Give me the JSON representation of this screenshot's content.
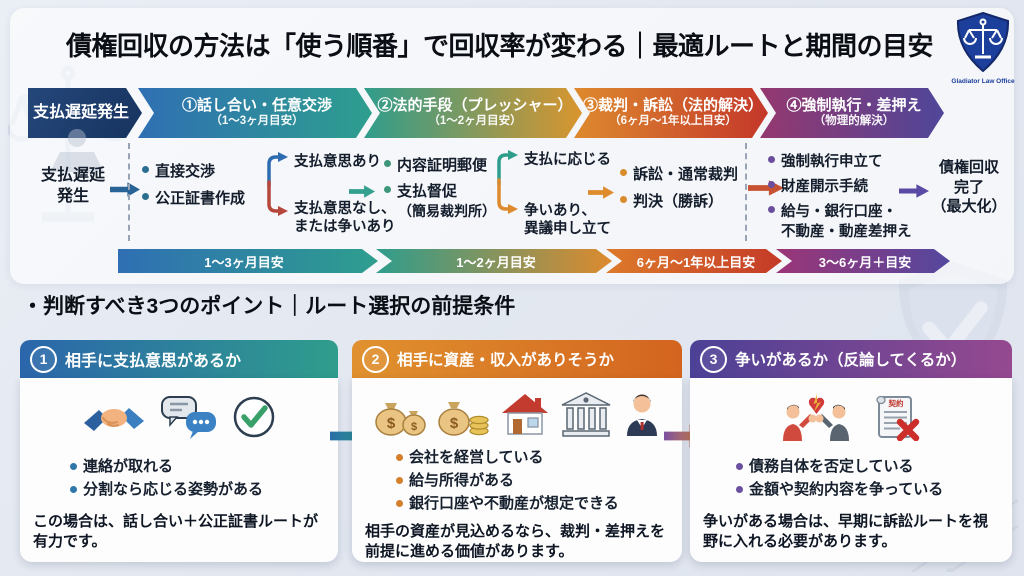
{
  "title": "債権回収の方法は「使う順番」で回収率が変わる｜最適ルートと期間の目安",
  "logo": {
    "label": "Gladiator Law Office"
  },
  "stage_bar": {
    "stages": [
      {
        "label": "支払遅延発生",
        "sub": ""
      },
      {
        "label": "①話し合い・任意交渉",
        "sub": "（1〜3ヶ月目安）"
      },
      {
        "label": "②法的手段（プレッシャー）",
        "sub": "（1〜2ヶ月目安）"
      },
      {
        "label": "③裁判・訴訟（法的解決）",
        "sub": "（6ヶ月〜1年以上目安）"
      },
      {
        "label": "④強制執行・差押え",
        "sub": "（物理的解決）"
      }
    ]
  },
  "flow": {
    "start": [
      "支払遅延",
      "発生"
    ],
    "steps": [
      {
        "items": [
          "直接交渉",
          "公正証書作成"
        ]
      },
      {
        "items": [
          "内容証明郵便",
          "支払督促",
          "（簡易裁判所）"
        ]
      },
      {
        "items": [
          "訴訟・通常裁判",
          "判決（勝訴）"
        ]
      },
      {
        "items": [
          "強制執行申立て",
          "財産開示手続",
          "給与・銀行口座・",
          "不動産・動産差押え"
        ]
      }
    ],
    "branches": [
      {
        "up": "支払意思あり",
        "down1": "支払意思なし、",
        "down2": "または争いあり"
      },
      {
        "up": "支払に応じる",
        "down1": "争いあり、",
        "down2": "異議申し立て"
      }
    ],
    "end": [
      "債権回収",
      "完了",
      "（最大化）"
    ]
  },
  "timeline": {
    "segments": [
      "1〜3ヶ月目安",
      "1〜2ヶ月目安",
      "6ヶ月〜1年以上目安",
      "3〜6ヶ月＋目安"
    ]
  },
  "section_title": "・判断すべき3つのポイント｜ルート選択の前提条件",
  "cards": [
    {
      "number": "1",
      "title": "相手に支払意思があるか",
      "icons": [
        "handshake-icon",
        "chat-bubbles-icon",
        "check-circle-icon"
      ],
      "bullets": [
        "連絡が取れる",
        "分割なら応じる姿勢がある"
      ],
      "note": "この場合は、話し合い＋公正証書ルートが有力です。"
    },
    {
      "number": "2",
      "title": "相手に資産・収入がありそうか",
      "icons": [
        "money-bags-icon",
        "money-bag-coins-icon",
        "house-icon",
        "bank-icon",
        "businessman-icon"
      ],
      "money_symbol": "$",
      "bullets": [
        "会社を経営している",
        "給与所得がある",
        "銀行口座や不動産が想定できる"
      ],
      "note": "相手の資産が見込めるなら、裁判・差押えを前提に進める価値があります。"
    },
    {
      "number": "3",
      "title": "争いがあるか（反論してくるか）",
      "icons": [
        "conflict-icon",
        "rejected-contract-icon"
      ],
      "contract_label": "契約",
      "bullets": [
        "債務自体を否定している",
        "金額や契約内容を争っている"
      ],
      "note": "争いがある場合は、早期に訴訟ルートを視野に入れる必要があります。"
    }
  ],
  "colors": {
    "background": "#e5e9f0",
    "stage_start_navy": "#1c3a66",
    "blue": "#2f6fb3",
    "teal": "#2e9e8e",
    "orange": "#dd8a2e",
    "red": "#c4372a",
    "purple": "#54489e",
    "magenta": "#9c3577",
    "card1_bullet": "#2e77a8",
    "card2_bullet": "#d47f2c",
    "card3_bullet": "#6b4fa0"
  }
}
